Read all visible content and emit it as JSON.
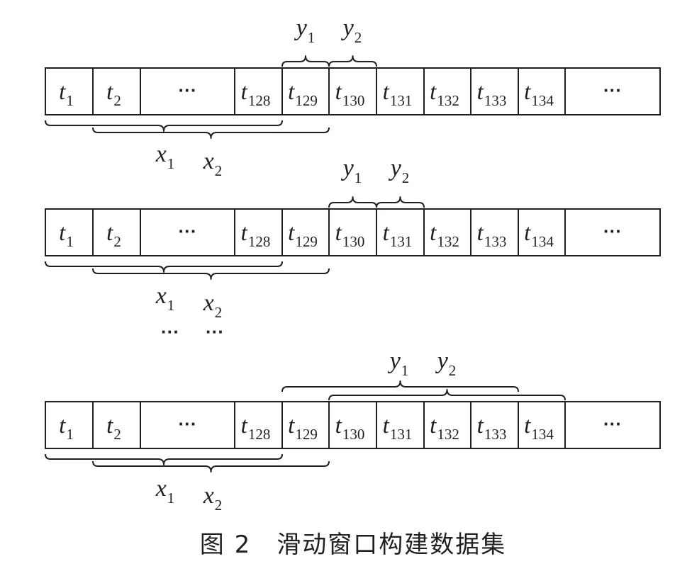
{
  "cells": [
    {
      "base": "t",
      "sub": "1"
    },
    {
      "base": "t",
      "sub": "2"
    },
    {
      "base": "",
      "sub": "",
      "text": "···"
    },
    {
      "base": "t",
      "sub": "128"
    },
    {
      "base": "t",
      "sub": "129"
    },
    {
      "base": "t",
      "sub": "130"
    },
    {
      "base": "t",
      "sub": "131"
    },
    {
      "base": "t",
      "sub": "132"
    },
    {
      "base": "t",
      "sub": "133"
    },
    {
      "base": "t",
      "sub": "134"
    },
    {
      "base": "",
      "sub": "",
      "text": "···"
    }
  ],
  "labels": {
    "x1": {
      "base": "x",
      "sub": "1"
    },
    "x2": {
      "base": "x",
      "sub": "2"
    },
    "y1": {
      "base": "y",
      "sub": "1"
    },
    "y2": {
      "base": "y",
      "sub": "2"
    }
  },
  "between_dots": "···",
  "caption": "图 2　滑动窗口构建数据集",
  "rows": [
    {
      "x1": [
        "t1",
        "t128"
      ],
      "x2": [
        "t2",
        "t129"
      ],
      "y1": [
        "t129"
      ],
      "y2": [
        "t130"
      ]
    },
    {
      "x1": [
        "t1",
        "t128"
      ],
      "x2": [
        "t2",
        "t129"
      ],
      "y1": [
        "t130"
      ],
      "y2": [
        "t131"
      ]
    },
    {
      "x1": [
        "t1",
        "t128"
      ],
      "x2": [
        "t2",
        "t129"
      ],
      "y1": [
        "t129",
        "t133"
      ],
      "y2": [
        "t130",
        "t134"
      ]
    }
  ]
}
